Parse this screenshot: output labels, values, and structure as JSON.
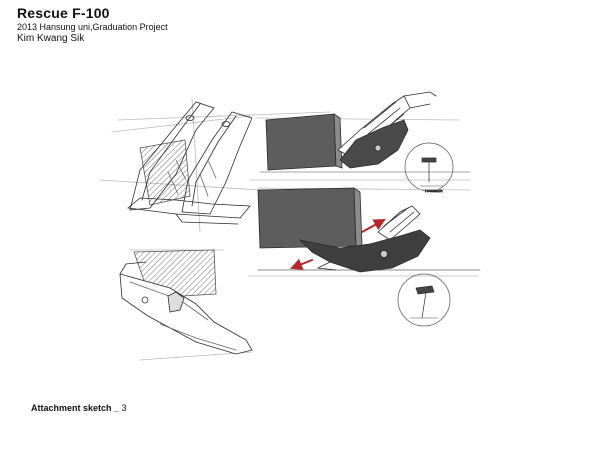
{
  "header": {
    "title": "Rescue F-100",
    "subtitle": "2013 Hansung uni,Graduation Project",
    "author": "Kim Kwang Sik"
  },
  "caption": {
    "text": "Attachment sketch _",
    "number": "3"
  },
  "sketch_labels": {
    "hammer_tag": "HAMMER"
  },
  "colors": {
    "accent_arrow": "#b3262a",
    "shade_dark": "#5d5d5d",
    "shade_light": "#8c8c8c",
    "line": "#2c2c2c"
  }
}
